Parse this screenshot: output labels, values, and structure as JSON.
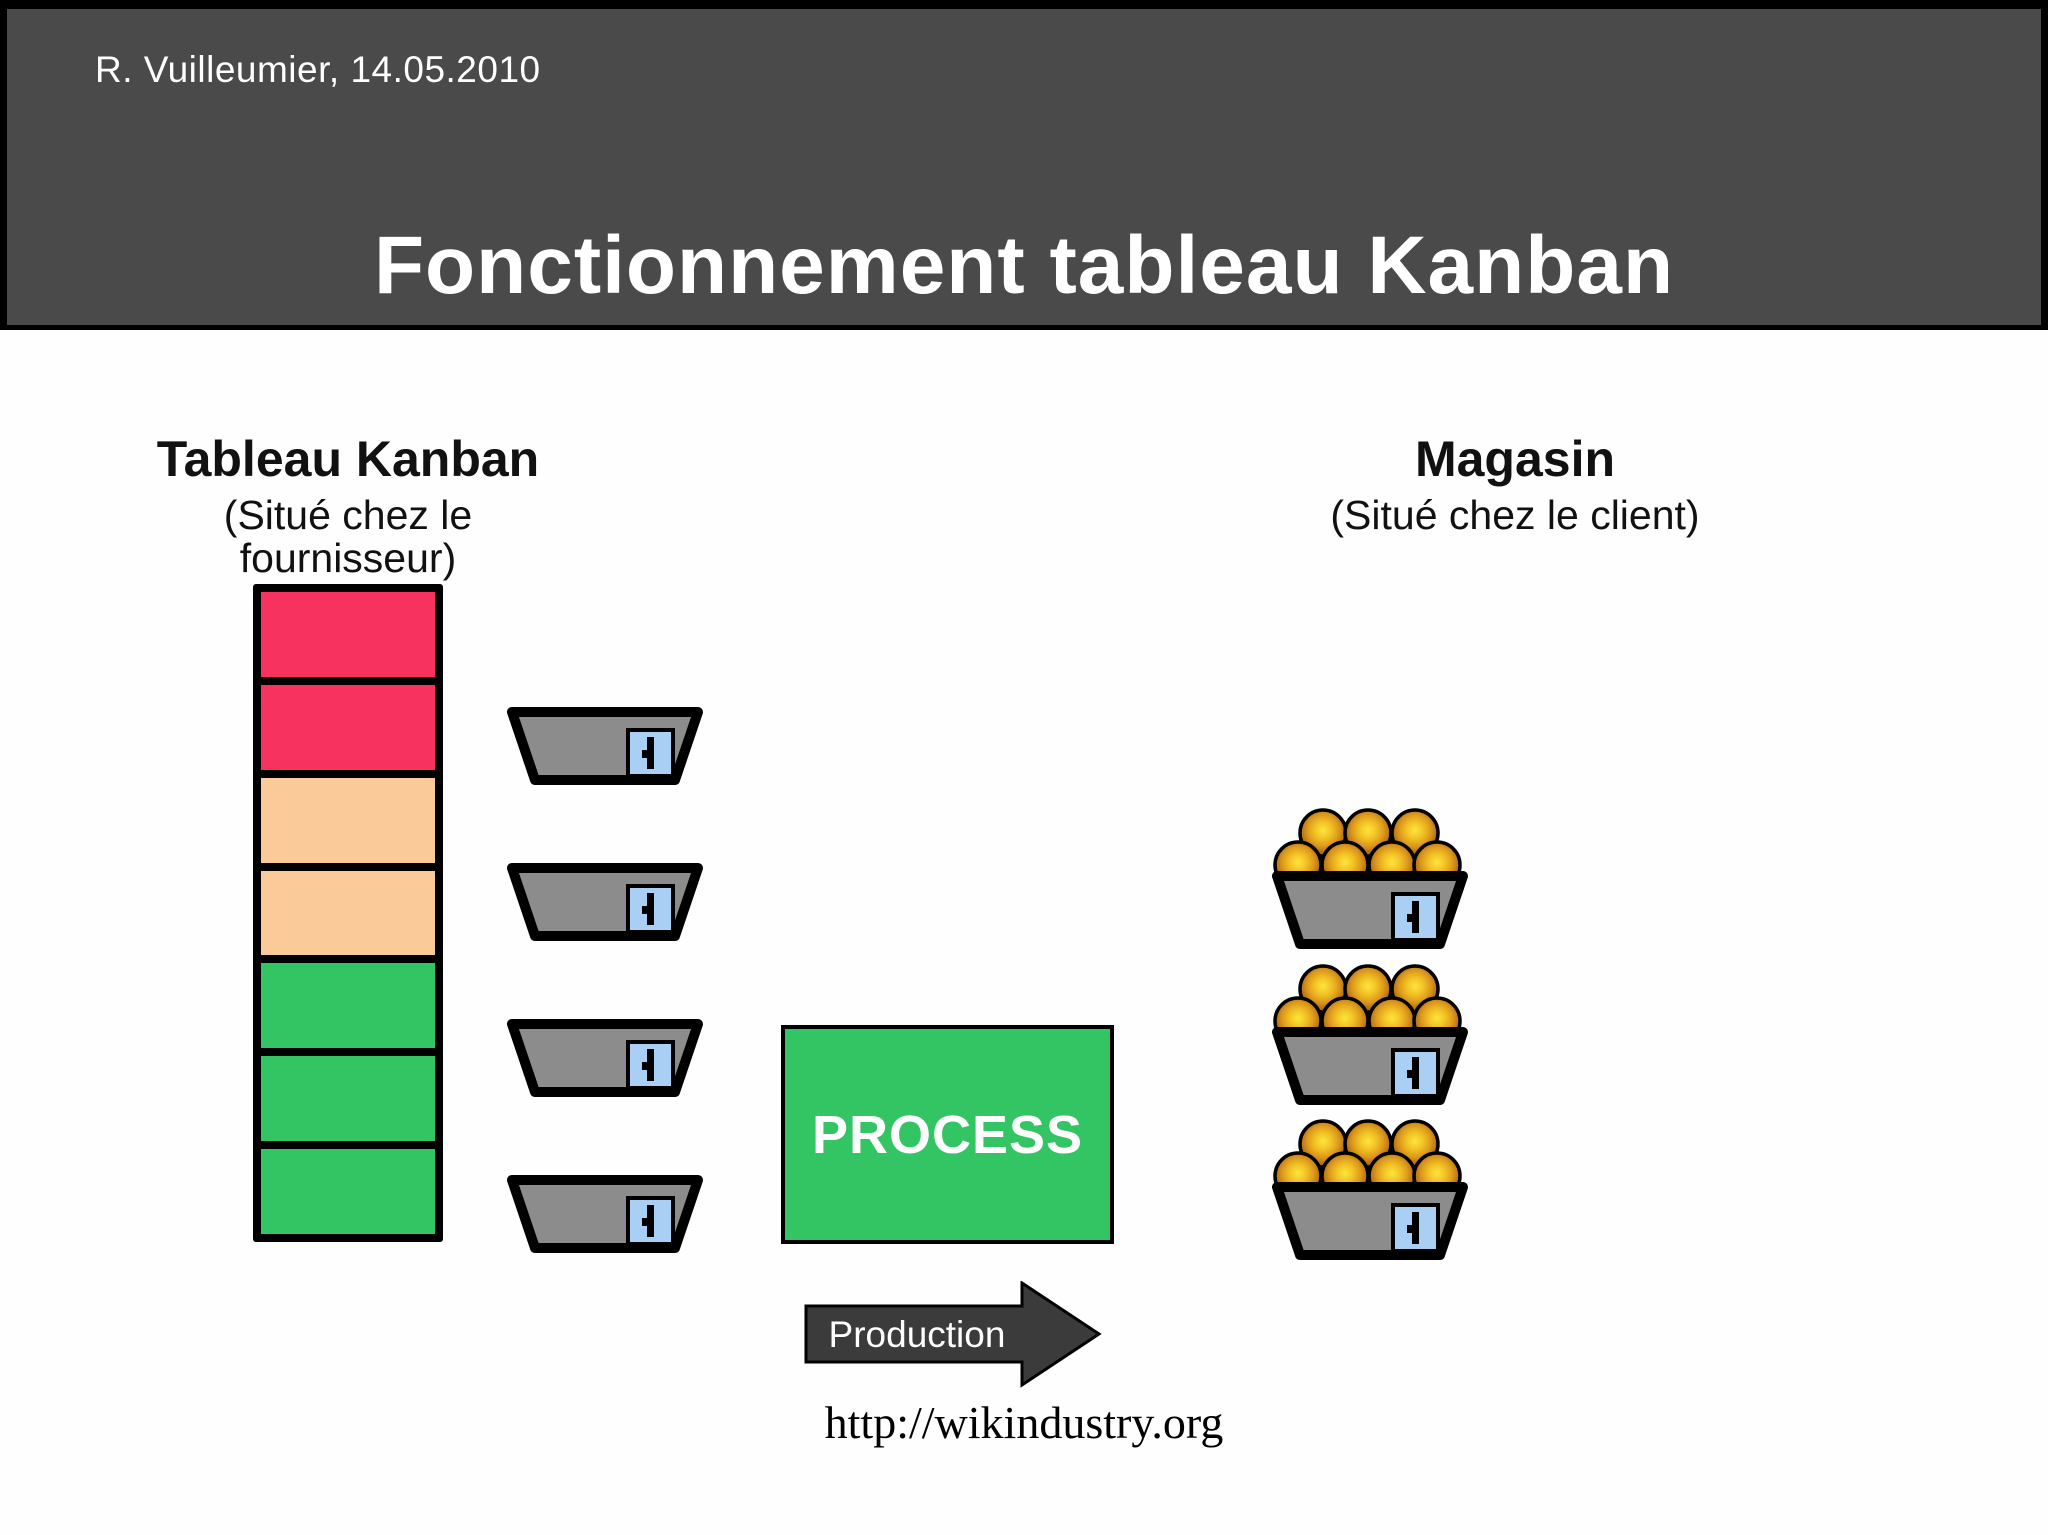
{
  "slide": {
    "header": {
      "author_date": "R. Vuilleumier, 14.05.2010",
      "title": "Fonctionnement tableau Kanban",
      "background": "#4A4A4A",
      "text_color": "#FFFFFF"
    },
    "supplier_section": {
      "title": "Tableau Kanban",
      "subtitle": "(Situé chez le fournisseur)"
    },
    "client_section": {
      "title": "Magasin",
      "subtitle": "(Situé chez le client)"
    },
    "kanban_board": {
      "rows": 7,
      "cell_colors": [
        "#F8325E",
        "#F8325E",
        "#FACB98",
        "#FACB98",
        "#33C463",
        "#33C463",
        "#33C463"
      ]
    },
    "empty_containers": {
      "count": 4
    },
    "full_containers": {
      "count": 3,
      "balls_top_row": 3,
      "balls_bottom_row": 4
    },
    "process_box": {
      "label": "PROCESS",
      "background": "#33C463",
      "text_color": "#FFFFFF"
    },
    "production_arrow": {
      "label": "Production",
      "fill": "#3B3B3B",
      "text_color": "#FFFFFF"
    },
    "footer": {
      "url": "http://wikindustry.org"
    },
    "palette": {
      "container_gray": "#8C8C8C",
      "kanban_card_blue": "#A9CFF4",
      "ball_gold_light": "#FCE53E",
      "ball_gold_dark": "#8F5510"
    }
  }
}
